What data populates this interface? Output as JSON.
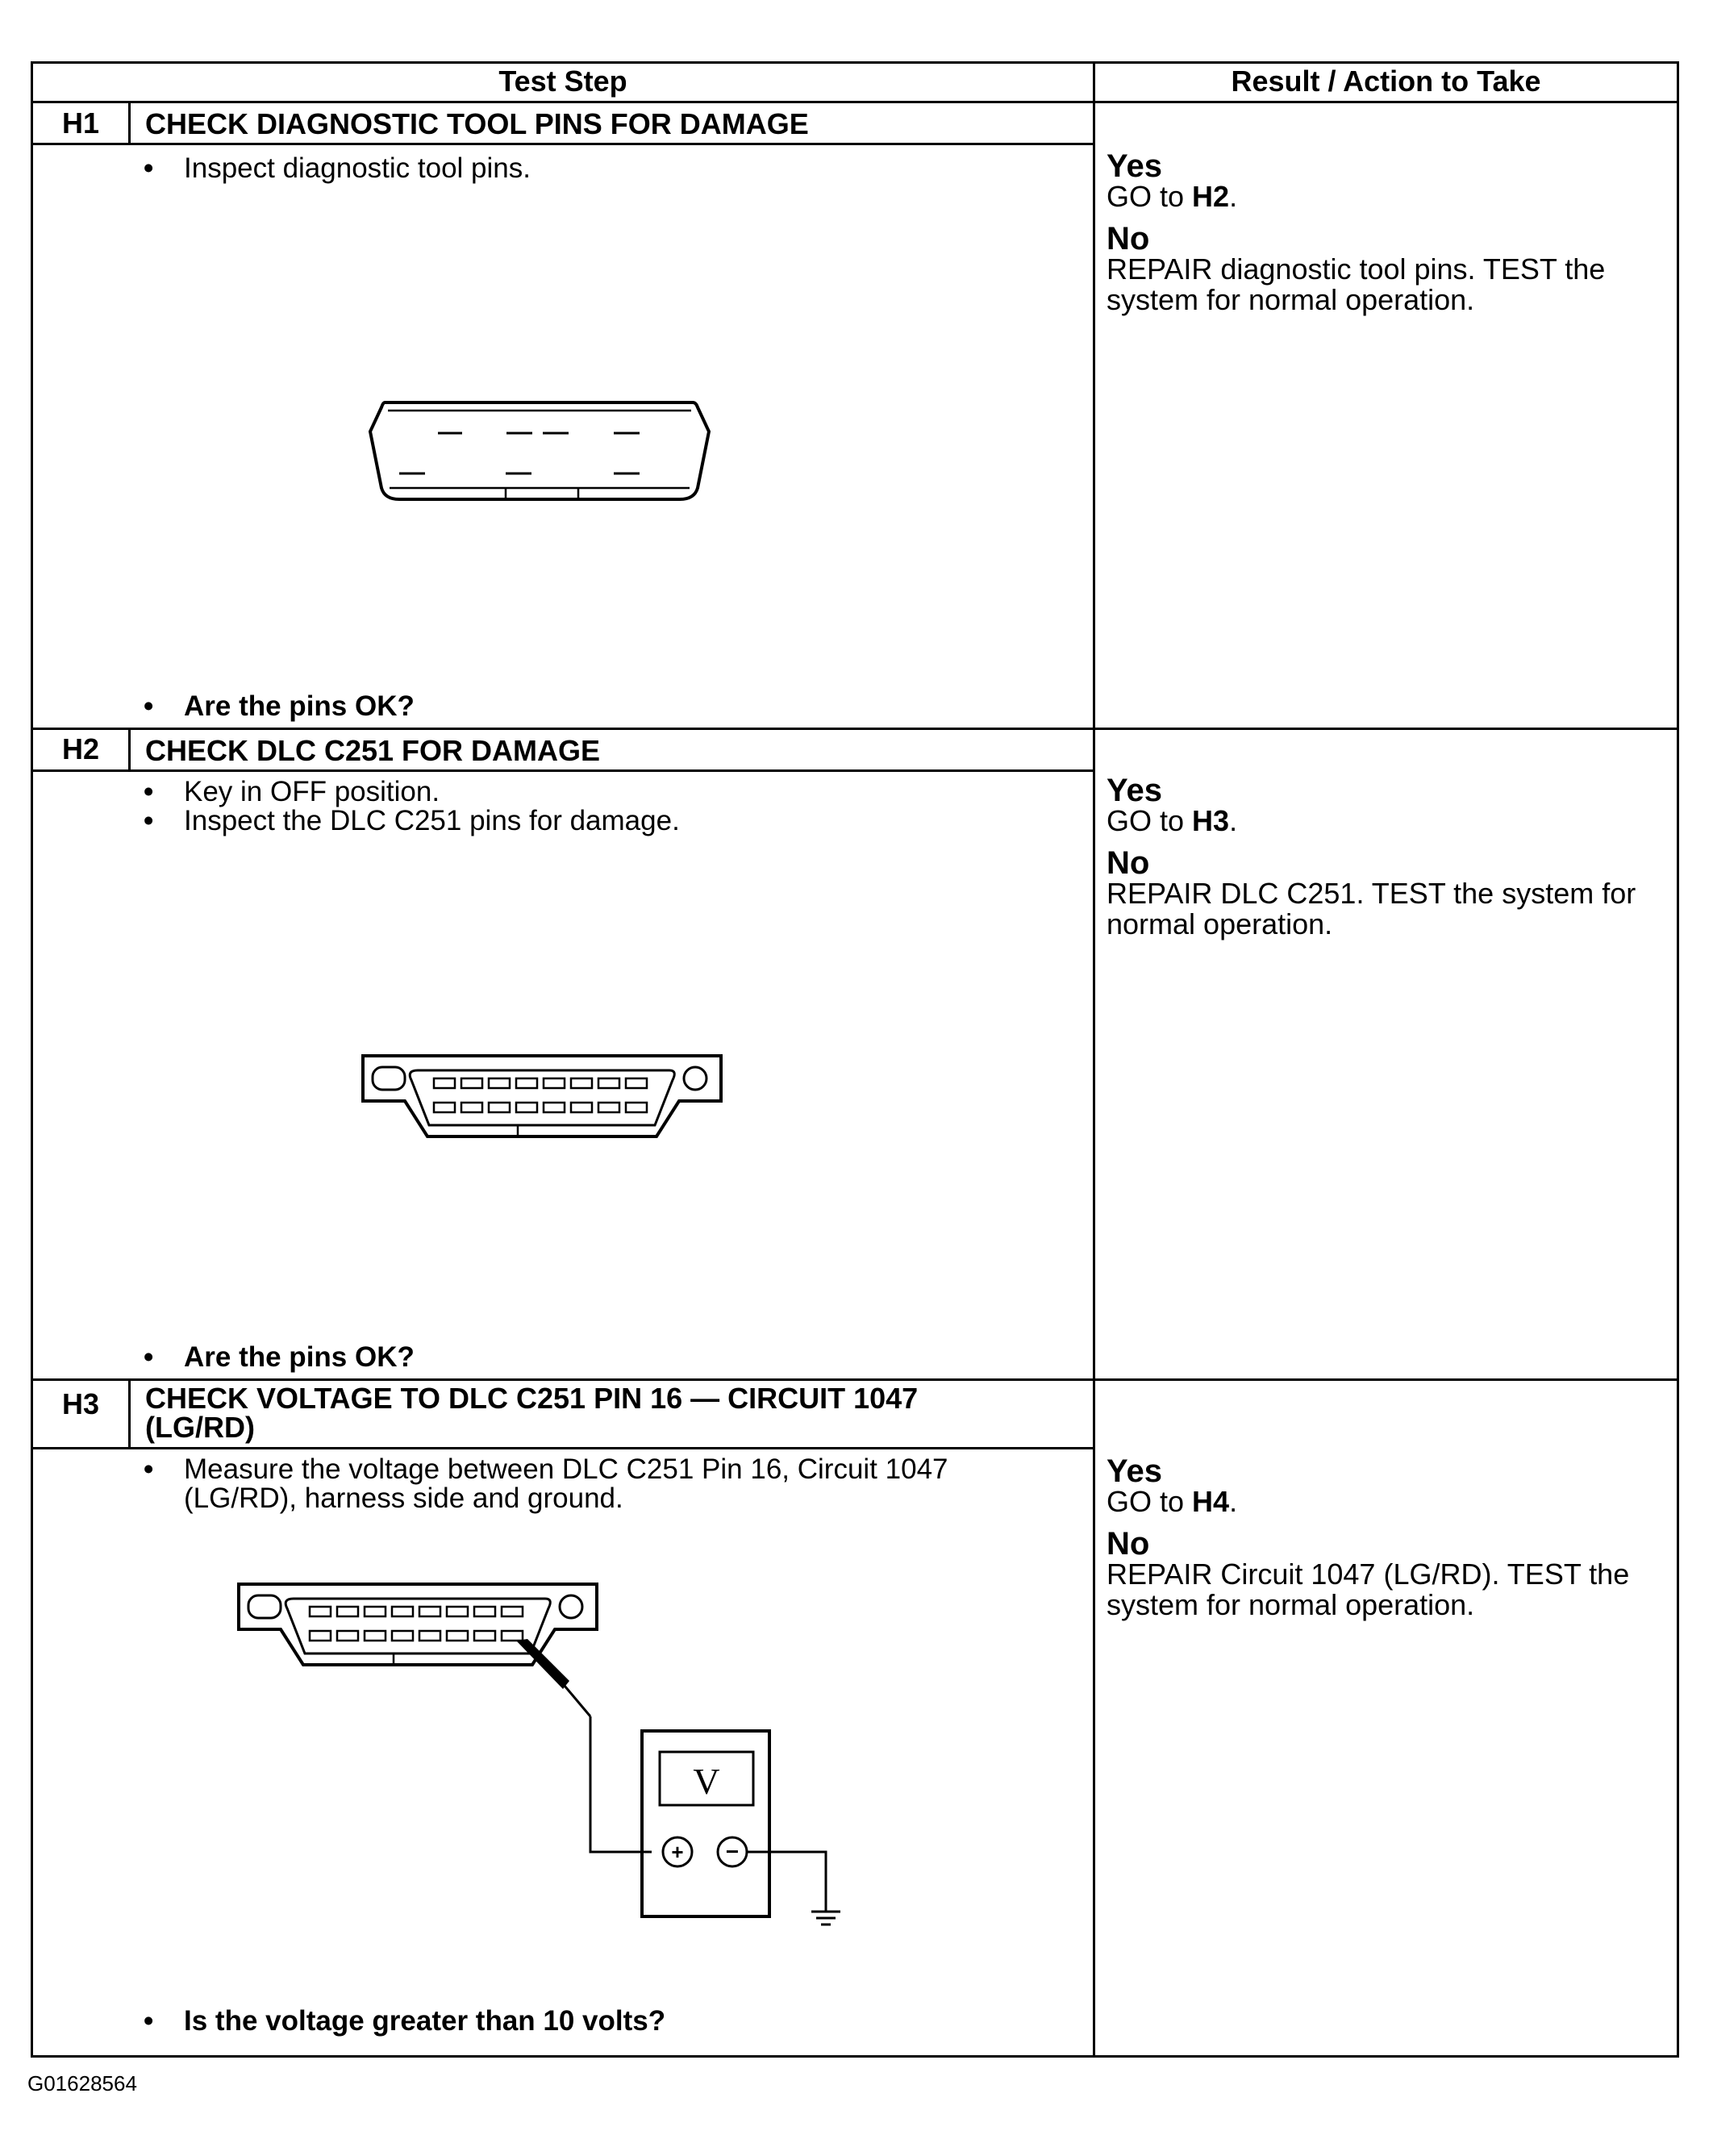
{
  "headers": {
    "test_step": "Test Step",
    "result": "Result / Action to Take"
  },
  "steps": [
    {
      "id": "H1",
      "title": "CHECK DIAGNOSTIC TOOL PINS FOR DAMAGE",
      "bullets": [
        "Inspect diagnostic tool pins."
      ],
      "question": "Are the pins OK?",
      "yes_label": "Yes",
      "yes_action": "GO to ",
      "yes_target": "H2",
      "no_label": "No",
      "no_action": "REPAIR diagnostic tool pins. TEST the system for normal operation."
    },
    {
      "id": "H2",
      "title": "CHECK DLC C251 FOR DAMAGE",
      "bullets": [
        "Key in OFF position.",
        "Inspect the DLC C251 pins for damage."
      ],
      "question": "Are the pins OK?",
      "yes_label": "Yes",
      "yes_action": "GO to ",
      "yes_target": "H3",
      "no_label": "No",
      "no_action": "REPAIR DLC C251. TEST the system for normal operation."
    },
    {
      "id": "H3",
      "title": "CHECK VOLTAGE TO DLC C251 PIN 16 — CIRCUIT 1047 (LG/RD)",
      "bullets": [
        "Measure the voltage between DLC C251 Pin 16, Circuit 1047 (LG/RD), harness side and ground."
      ],
      "question": "Is the voltage greater than 10 volts?",
      "yes_label": "Yes",
      "yes_action": "GO to ",
      "yes_target": "H4",
      "no_label": "No",
      "no_action": "REPAIR Circuit 1047 (LG/RD). TEST the system for normal operation."
    }
  ],
  "meter": {
    "display": "V",
    "plus": "+",
    "minus": "−"
  },
  "figure_id": "G01628564"
}
